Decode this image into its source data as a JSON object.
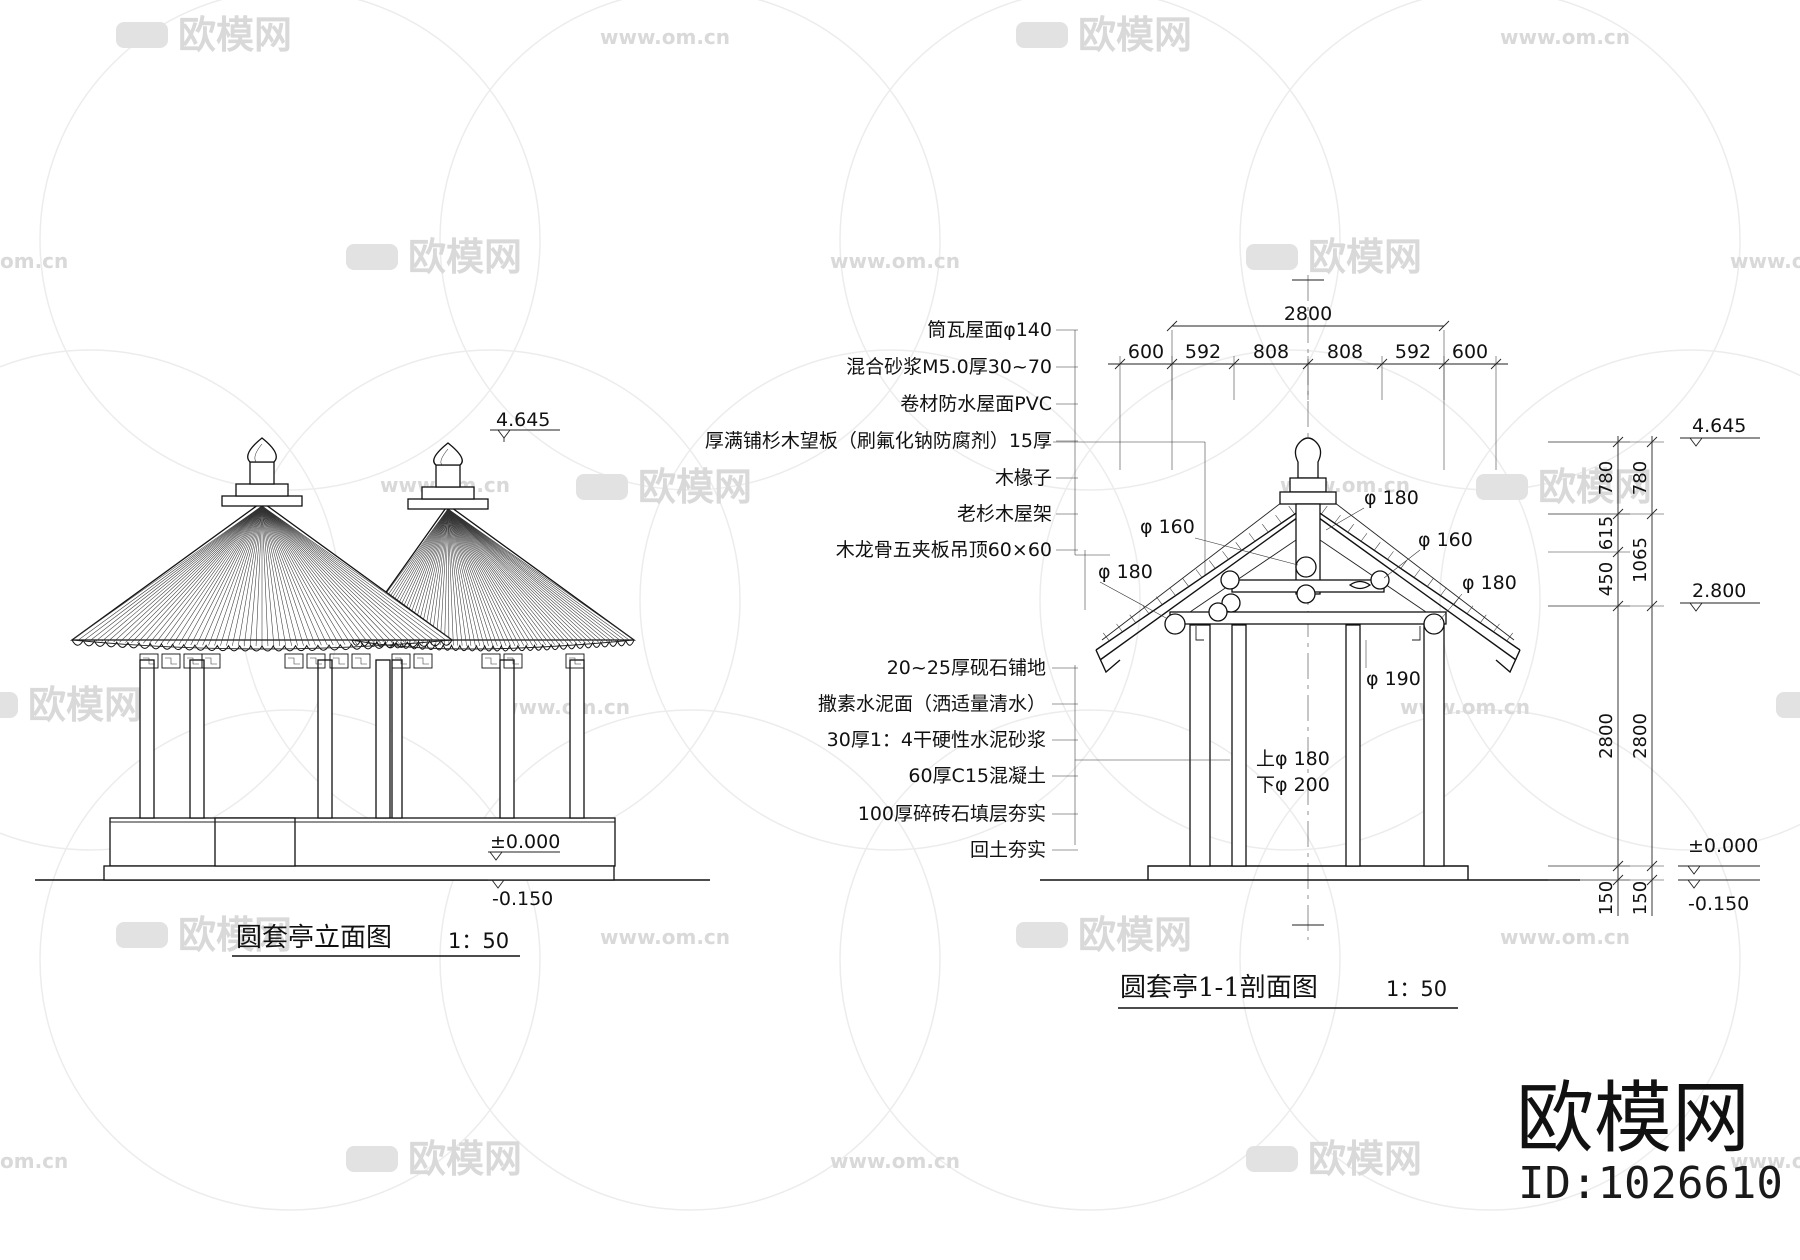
{
  "watermark": {
    "brand": "欧模网",
    "url": "www.om.cn",
    "short_url": "om.cn"
  },
  "brand_block": {
    "logo_text": "欧模网",
    "id_text": "ID:1026610"
  },
  "elevation": {
    "title": "圆套亭立面图",
    "scale": "1：50",
    "level_top": "4.645",
    "level_zero": "±0.000",
    "level_ground": "-0.150"
  },
  "section": {
    "title": "圆套亭1-1剖面图",
    "scale": "1：50",
    "dims_top_total": "2800",
    "dims_top": [
      "600",
      "592",
      "808",
      "808",
      "592",
      "600"
    ],
    "roof_callouts": [
      "筒瓦屋面φ140",
      "混合砂浆M5.0厚30~70",
      "卷材防水屋面PVC",
      "厚满铺杉木望板（刷氟化钠防腐剂）15厚",
      "木椽子",
      "老杉木屋架",
      "木龙骨五夹板吊顶60×60"
    ],
    "floor_callouts": [
      "20~25厚砚石铺地",
      "撒素水泥面（洒适量清水）",
      "30厚1：4干硬性水泥砂浆",
      "60厚C15混凝土",
      "100厚碎砖石填层夯实",
      "回土夯实"
    ],
    "member_labels": {
      "p180_top": "φ 180",
      "p160_left": "φ 160",
      "p160_right": "φ 160",
      "p180_left": "φ 180",
      "p180_right": "φ 180",
      "p190": "φ 190",
      "col_up": "上φ 180",
      "col_down": "下φ 200"
    },
    "right_dims_inner": [
      "780",
      "615",
      "450",
      "2800",
      "150"
    ],
    "right_dims_outer": [
      "780",
      "1065",
      "2800",
      "150"
    ],
    "levels": [
      "4.645",
      "2.800",
      "±0.000",
      "-0.150"
    ]
  }
}
